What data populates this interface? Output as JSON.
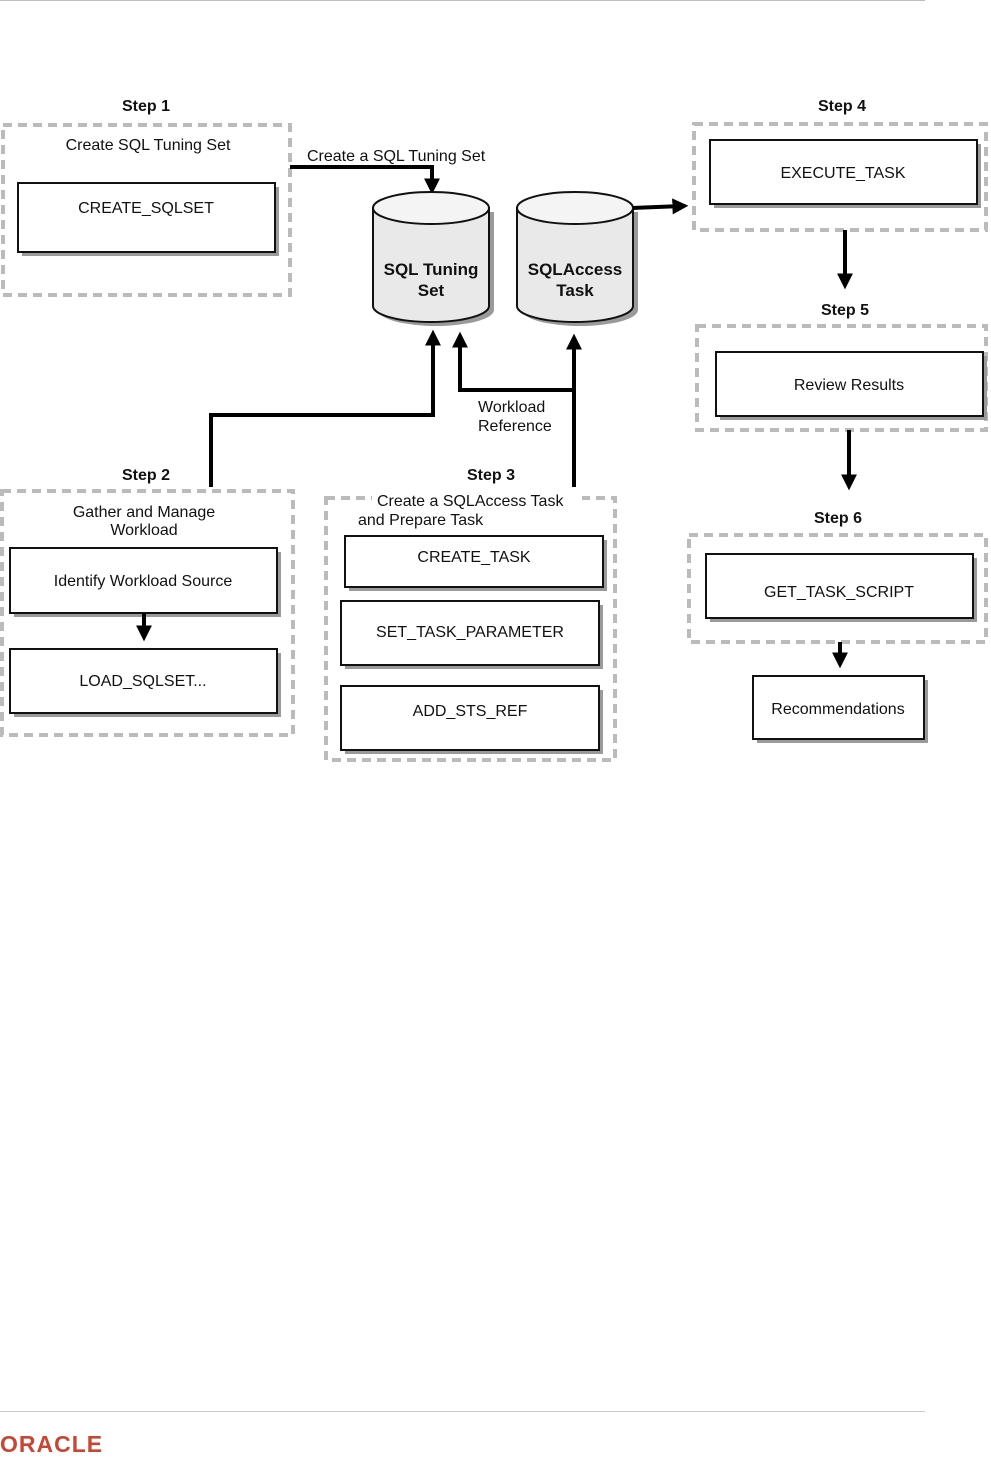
{
  "steps": {
    "s1": {
      "title": "Step 1",
      "caption": "Create SQL Tuning Set",
      "box": "CREATE_SQLSET"
    },
    "s2": {
      "title": "Step 2",
      "caption_line1": "Gather and Manage",
      "caption_line2": "Workload",
      "box1": "Identify Workload Source",
      "box2": "LOAD_SQLSET..."
    },
    "s3": {
      "title": "Step 3",
      "caption_line1": "Create a SQLAccess Task",
      "caption_line2": "and Prepare Task",
      "box1": "CREATE_TASK",
      "box2": "SET_TASK_PARAMETER",
      "box3": "ADD_STS_REF"
    },
    "s4": {
      "title": "Step 4",
      "box": "EXECUTE_TASK"
    },
    "s5": {
      "title": "Step 5",
      "box": "Review Results"
    },
    "s6": {
      "title": "Step 6",
      "box": "GET_TASK_SCRIPT"
    }
  },
  "cylinders": {
    "sts": {
      "line1": "SQL Tuning",
      "line2": "Set"
    },
    "task": {
      "line1": "SQLAccess",
      "line2": "Task"
    }
  },
  "edges": {
    "create_sts": "Create a SQL Tuning Set",
    "workload_ref_line1": "Workload",
    "workload_ref_line2": "Reference"
  },
  "output": {
    "box": "Recommendations"
  },
  "footer": {
    "brand": "ORACLE",
    "brand_color": "#c74634"
  }
}
